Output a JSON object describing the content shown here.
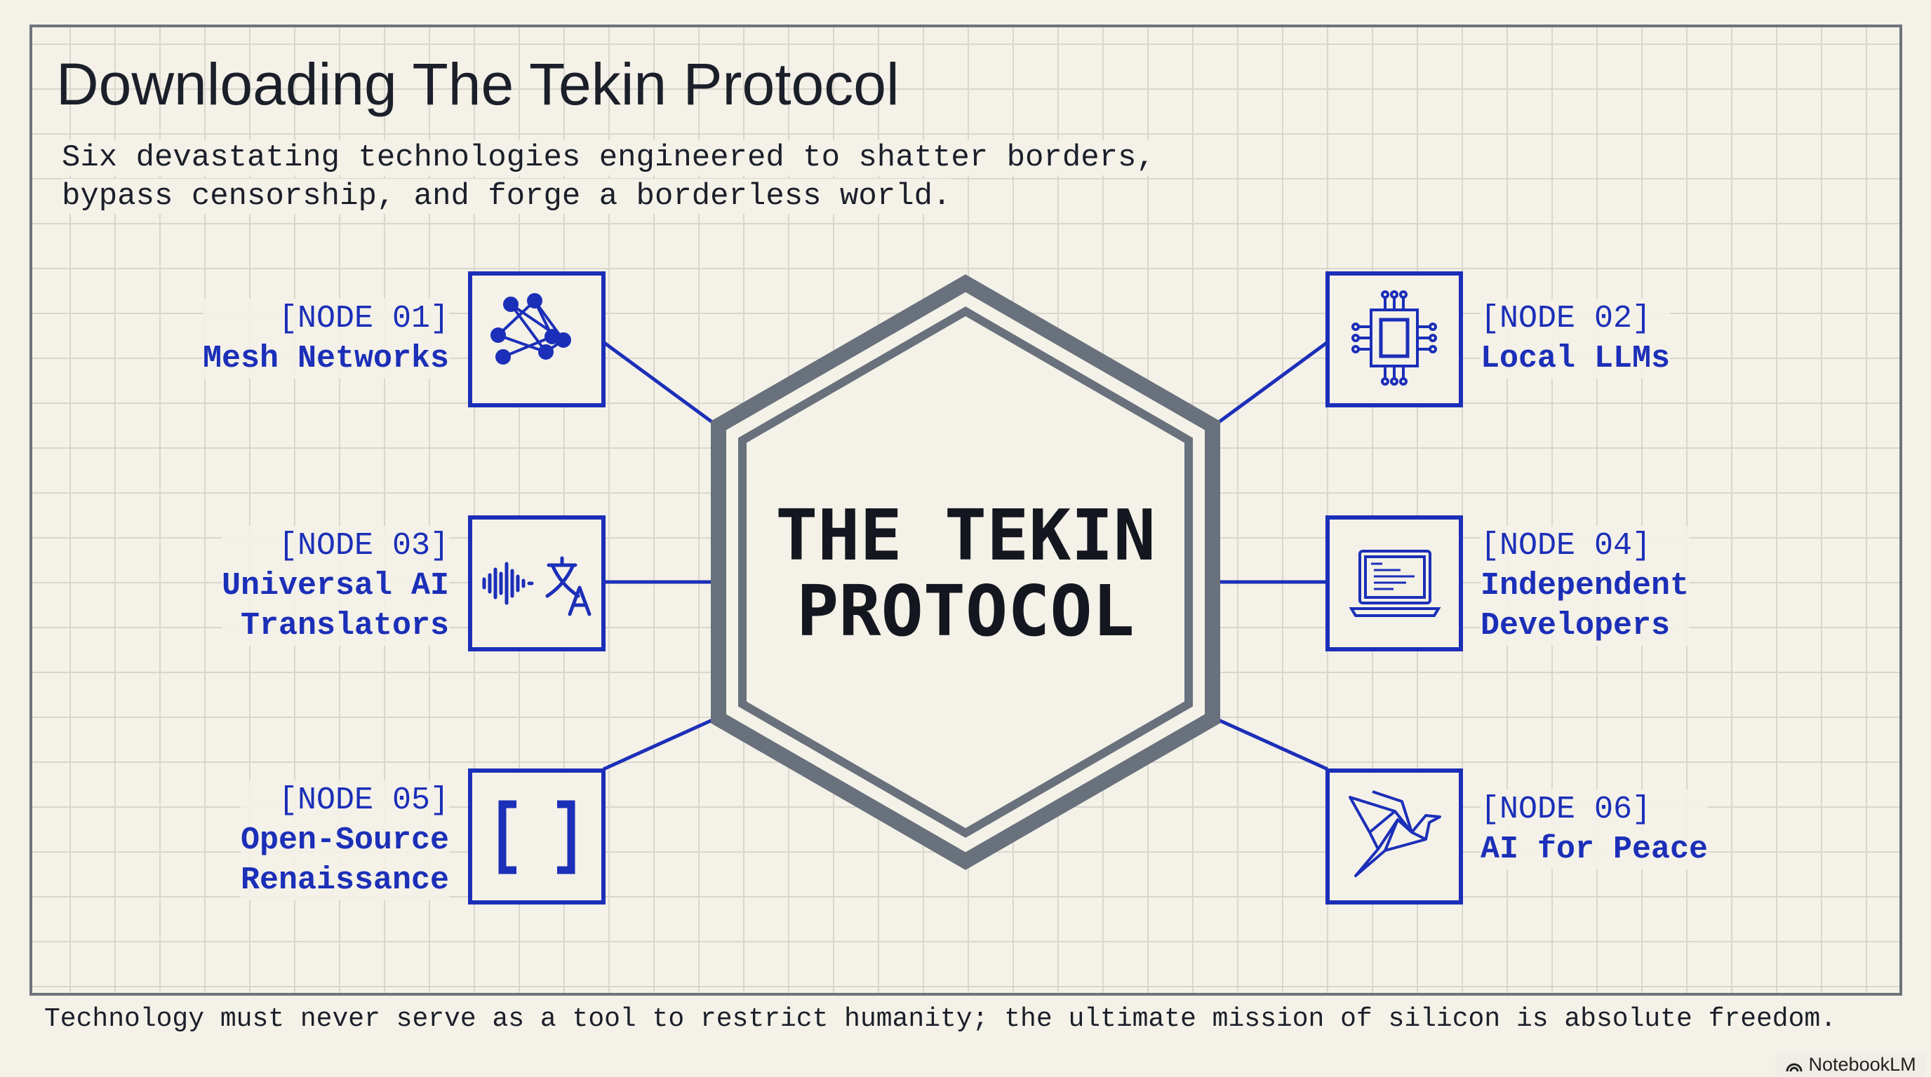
{
  "title": "Downloading The Tekin Protocol",
  "subtitle": [
    "Six devastating technologies engineered to shatter borders,",
    "bypass censorship, and forge a borderless world."
  ],
  "center": {
    "line1": "THE TEKIN",
    "line2": "PROTOCOL"
  },
  "nodes": [
    {
      "tag": "[NODE 01]",
      "name": [
        "Mesh Networks"
      ],
      "icon": "mesh-network-icon"
    },
    {
      "tag": "[NODE 02]",
      "name": [
        "Local LLMs"
      ],
      "icon": "chip-icon"
    },
    {
      "tag": "[NODE 03]",
      "name": [
        "Universal AI",
        "Translators"
      ],
      "icon": "translate-icon"
    },
    {
      "tag": "[NODE 04]",
      "name": [
        "Independent",
        "Developers"
      ],
      "icon": "laptop-code-icon"
    },
    {
      "tag": "[NODE 05]",
      "name": [
        "Open-Source",
        "Renaissance"
      ],
      "icon": "brackets-icon"
    },
    {
      "tag": "[NODE 06]",
      "name": [
        "AI for Peace"
      ],
      "icon": "origami-dove-icon"
    }
  ],
  "footer": "Technology must never serve as a tool to restrict humanity; the ultimate mission of silicon is absolute freedom.",
  "watermark": "NotebookLM",
  "colors": {
    "accent": "#1b2fb8",
    "hexagon": "#68717c",
    "background": "#f4f1e8",
    "text": "#1b1f2a"
  }
}
